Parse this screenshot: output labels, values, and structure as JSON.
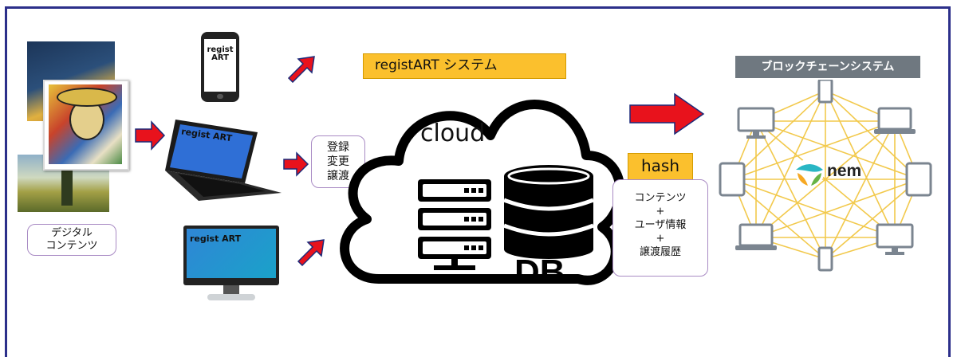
{
  "content": {
    "digital_label_line1": "デジタル",
    "digital_label_line2": "コンテンツ"
  },
  "devices": {
    "phone_text": "regist ART",
    "laptop_text": "regist ART",
    "monitor_text": "regist ART"
  },
  "actions": {
    "line1": "登録",
    "line2": "変更",
    "line3": "譲渡"
  },
  "system": {
    "title": "registART システム",
    "cloud_label": "cloud",
    "db_label": "DB"
  },
  "hash": {
    "title": "hash",
    "line1": "コンテンツ",
    "plus1": "+",
    "line2": "ユーザ情報",
    "plus2": "+",
    "line3": "譲渡履歴"
  },
  "blockchain": {
    "title": "ブロックチェーンシステム",
    "logo_text": "nem"
  },
  "colors": {
    "arrow_red": "#e8121c",
    "arrow_outline": "#1b2a7a",
    "highlight_yellow": "#fbc02d",
    "frame_navy": "#2c2f8a",
    "network_gold": "#f2c94c",
    "device_gray": "#7b8590"
  }
}
